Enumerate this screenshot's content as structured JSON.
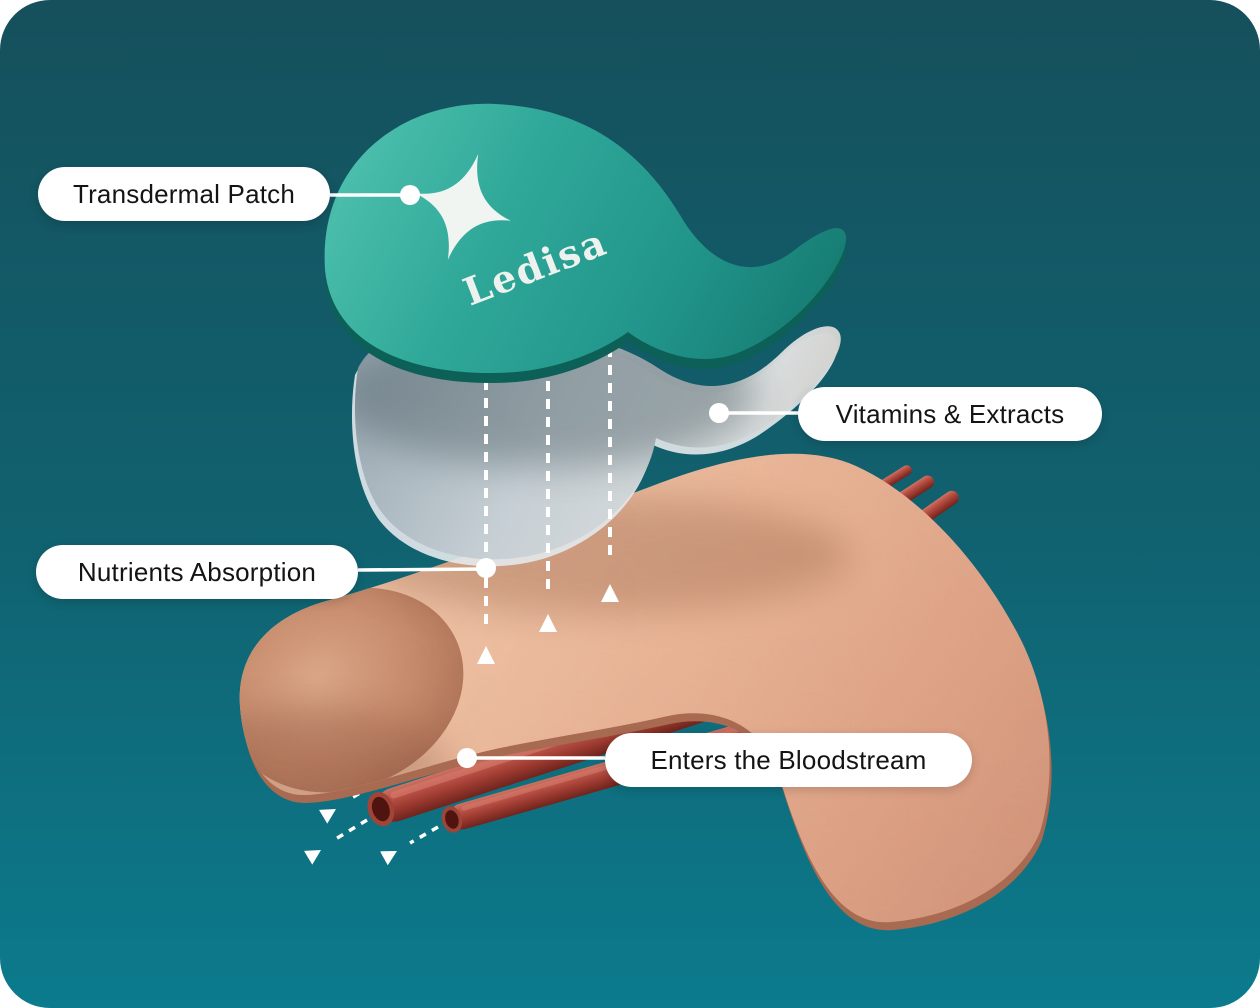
{
  "product": {
    "brand": "Ledisa",
    "logo_icon": "sparkle-star-icon"
  },
  "labels": {
    "transdermal_patch": "Transdermal Patch",
    "vitamins_extracts": "Vitamins & Extracts",
    "nutrients_absorption": "Nutrients Absorption",
    "enters_bloodstream": "Enters the Bloodstream"
  },
  "colors": {
    "background_top": "#15505C",
    "background_bottom": "#0B7B8D",
    "patch_teal": "#2BA295",
    "vitamins_layer_gray": "#BDC7CE",
    "skin_tone": "#E9B697",
    "vessel_red": "#B0453C",
    "label_background": "#FFFFFF",
    "label_text": "#141414",
    "annotation_white": "#FFFFFF"
  }
}
